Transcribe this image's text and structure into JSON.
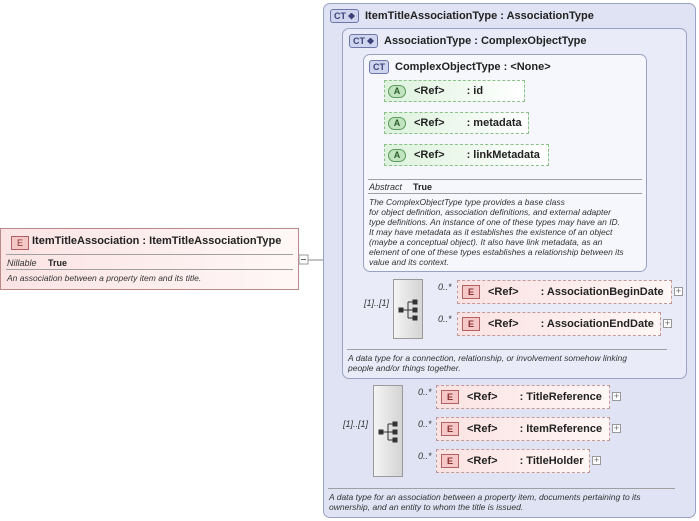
{
  "root": {
    "badge": "E",
    "title": "ItemTitleAssociation : ItemTitleAssociationType",
    "prop_name": "Nillable",
    "prop_value": "True",
    "doc": "An association between a property item and its title."
  },
  "outer": {
    "badge": "CT",
    "title": "ItemTitleAssociationType : AssociationType",
    "sequence_card": "[1]..[1]",
    "elements": [
      {
        "card": "0..*",
        "badge": "E",
        "ref": "<Ref>",
        "name": ": TitleReference"
      },
      {
        "card": "0..*",
        "badge": "E",
        "ref": "<Ref>",
        "name": ": ItemReference"
      },
      {
        "card": "0..*",
        "badge": "E",
        "ref": "<Ref>",
        "name": ": TitleHolder"
      }
    ],
    "doc_lines": [
      "A data type for an association between a property item, documents pertaining to its",
      "ownership, and an entity to whom the title is issued."
    ]
  },
  "middle": {
    "badge": "CT",
    "title": "AssociationType : ComplexObjectType",
    "sequence_card": "[1]..[1]",
    "elements": [
      {
        "card": "0..*",
        "badge": "E",
        "ref": "<Ref>",
        "name": ": AssociationBeginDate"
      },
      {
        "card": "0..*",
        "badge": "E",
        "ref": "<Ref>",
        "name": ": AssociationEndDate"
      }
    ],
    "doc_lines": [
      "A data type for a connection, relationship, or involvement somehow linking",
      "people and/or things together."
    ]
  },
  "inner": {
    "badge": "CT",
    "title": "ComplexObjectType : <None>",
    "attributes": [
      {
        "badge": "A",
        "ref": "<Ref>",
        "name": ": id"
      },
      {
        "badge": "A",
        "ref": "<Ref>",
        "name": ": metadata"
      },
      {
        "badge": "A",
        "ref": "<Ref>",
        "name": ": linkMetadata"
      }
    ],
    "prop_name": "Abstract",
    "prop_value": "True",
    "doc_lines": [
      "The ComplexObjectType type provides a base class",
      "for object definition, association definitions, and external adapter",
      "type definitions. An instance of one of these types may have an ID.",
      "It may have metadata as it establishes the existence of an object",
      "(maybe a conceptual object). It also have link metadata, as an",
      "element of one of these types establishes a relationship between its",
      "value and its context."
    ]
  },
  "colors": {
    "ct_fill": "#dfe3f4",
    "attribute_fill": "#ddf2dd",
    "element_fill": "#fbe2e2"
  },
  "icons": {
    "complex_type": "ct-badge-icon",
    "attribute": "attribute-badge-icon",
    "element": "element-badge-icon",
    "sequence": "sequence-icon",
    "expand": "plus-expander-icon"
  }
}
